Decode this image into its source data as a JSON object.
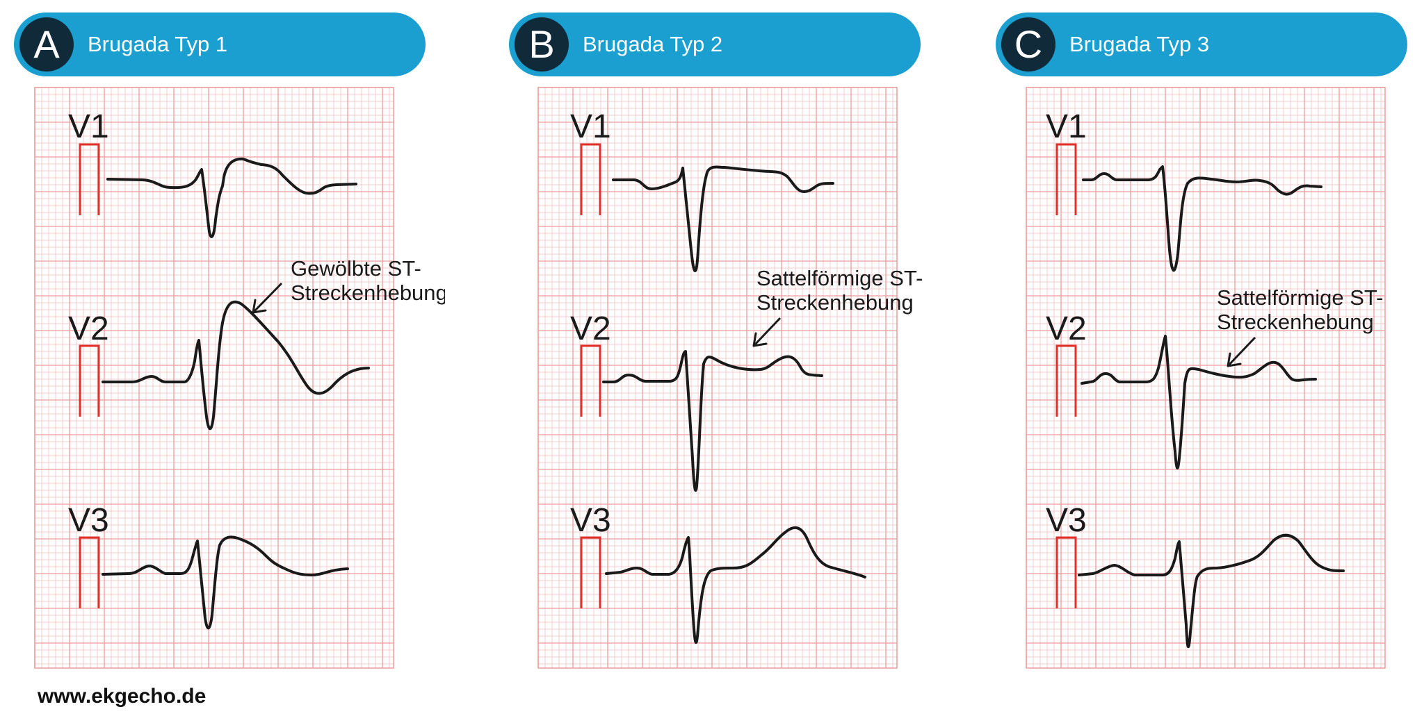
{
  "panels": [
    {
      "letter": "A",
      "title": "Brugada Typ 1",
      "leads": [
        "V1",
        "V2",
        "V3"
      ],
      "annotation": {
        "lines": [
          "Gewölbte ST-",
          "Streckenhebung"
        ]
      }
    },
    {
      "letter": "B",
      "title": "Brugada Typ 2",
      "leads": [
        "V1",
        "V2",
        "V3"
      ],
      "annotation": {
        "lines": [
          "Sattelförmige ST-",
          "Streckenhebung"
        ]
      }
    },
    {
      "letter": "C",
      "title": "Brugada Typ 3",
      "leads": [
        "V1",
        "V2",
        "V3"
      ],
      "annotation": {
        "lines": [
          "Sattelförmige ST-",
          "Streckenhebung"
        ]
      }
    }
  ],
  "footer": "www.ekgecho.de",
  "colors": {
    "header": "#1a9fd0",
    "badge": "#102a3a",
    "grid_minor": "#f6cccc",
    "grid_major": "#ee9b9b",
    "calibration": "#e0302a",
    "trace": "#1a1a1a"
  }
}
